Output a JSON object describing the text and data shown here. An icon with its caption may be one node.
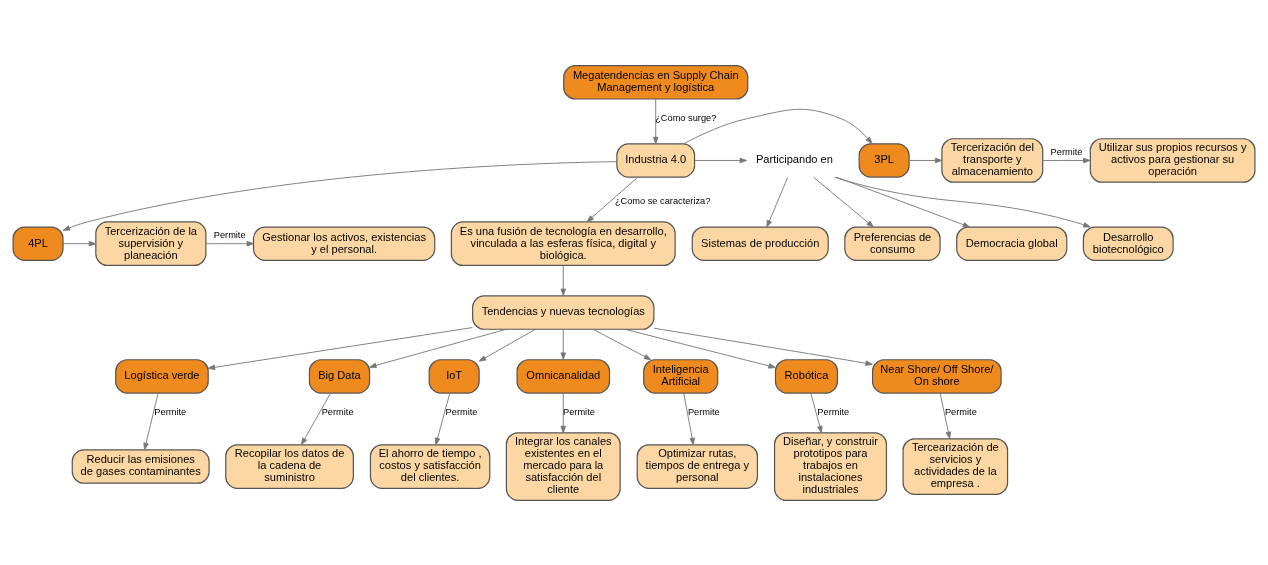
{
  "diagram": {
    "nodes": [
      {
        "text": [
          "Megatendencias en Supply Chain Management y logística"
        ]
      },
      {
        "text": [
          "Sistemas de producción"
        ]
      },
      {
        "text": [
          "Utilizar sus propios recursos y activos para gestionar su operación"
        ]
      },
      {
        "text": [
          "Tercerización del transporte y almacenamiento"
        ]
      },
      {
        "text": [
          "3PL"
        ]
      },
      {
        "text": [
          "Industria 4.0"
        ]
      },
      {
        "text": [
          "Participando en"
        ]
      },
      {
        "text": [
          "Preferencias de consumo"
        ]
      },
      {
        "text": [
          "Democracia global"
        ]
      },
      {
        "text": [
          "Gestionar los activos, existencias y el personal."
        ]
      },
      {
        "text": [
          "Tercerización de la supervisión y planeación"
        ]
      },
      {
        "text": [
          "4PL"
        ]
      },
      {
        "text": [
          "Es una fusión de tecnología en desarrollo, vinculada a las esferas física, digital y biológica."
        ]
      },
      {
        "text": [
          "Desarrollo biotecnológico"
        ]
      },
      {
        "text": [
          "Tendencias y nuevas tecnologías"
        ]
      },
      {
        "text": [
          "Logística verde"
        ]
      },
      {
        "text": [
          "Big Data"
        ]
      },
      {
        "text": [
          "IoT"
        ]
      },
      {
        "text": [
          "Omnicanalidad"
        ]
      },
      {
        "text": [
          "Inteligencia Artificial"
        ]
      },
      {
        "text": [
          "Robótica"
        ]
      },
      {
        "text": [
          "Near Shore/ Off Shore/ On shore"
        ]
      },
      {
        "text": [
          "Reducir las emisiones de gases contaminantes"
        ]
      },
      {
        "text": [
          "Recopilar los datos de la cadena de suministro"
        ]
      },
      {
        "text": [
          "El ahorro de tiempo , costos y satisfacción del clientes."
        ]
      },
      {
        "text": [
          "Integrar los canales existentes en el mercado para la satisfacción del cliente"
        ]
      },
      {
        "text": [
          "Optimizar rutas, tiempos de entrega y personal"
        ]
      },
      {
        "text": [
          "Diseñar, y construir prototipos para trabajos en instalaciones industriales"
        ]
      },
      {
        "text": [
          "Tercearización de servicios y actividades de la empresa ."
        ]
      }
    ],
    "edges": [
      {
        "from": 0,
        "to": 5,
        "arrow": "to",
        "label": "¿Como surge?"
      },
      {
        "from": 5,
        "to": 4,
        "arrow": "to"
      },
      {
        "from": 5,
        "to": 11,
        "arrow": "to"
      },
      {
        "from": 4,
        "to": 3,
        "arrow": "to"
      },
      {
        "from": 11,
        "to": 10,
        "arrow": "to"
      },
      {
        "from": 3,
        "to": 2,
        "arrow": "to",
        "label": "Permite"
      },
      {
        "from": 10,
        "to": 9,
        "arrow": "to",
        "label": "Permite"
      },
      {
        "from": 5,
        "to": 6,
        "arrow": "to"
      },
      {
        "from": 6,
        "to": 1,
        "arrow": "to"
      },
      {
        "from": 6,
        "to": 7,
        "arrow": "to"
      },
      {
        "from": 6,
        "to": 8,
        "arrow": "to"
      },
      {
        "from": 6,
        "to": 13,
        "arrow": "to"
      },
      {
        "from": 5,
        "to": 12,
        "arrow": "to",
        "label": "¿Como se caracteriza?"
      },
      {
        "from": 12,
        "to": 14,
        "arrow": "to"
      },
      {
        "from": 14,
        "to": 15,
        "arrow": "to"
      },
      {
        "from": 14,
        "to": 16,
        "arrow": "to"
      },
      {
        "from": 14,
        "to": 17,
        "arrow": "to"
      },
      {
        "from": 14,
        "to": 18,
        "arrow": "to"
      },
      {
        "from": 14,
        "to": 19,
        "arrow": "to"
      },
      {
        "from": 14,
        "to": 20,
        "arrow": "to"
      },
      {
        "from": 14,
        "to": 21,
        "arrow": "to"
      },
      {
        "from": 15,
        "to": 22,
        "arrow": "to",
        "label": "Permite"
      },
      {
        "from": 16,
        "to": 23,
        "arrow": "to",
        "label": "Permite"
      },
      {
        "from": 17,
        "to": 24,
        "arrow": "to",
        "label": "Permite"
      },
      {
        "from": 18,
        "to": 25,
        "arrow": "to",
        "label": "Permite"
      },
      {
        "from": 19,
        "to": 26,
        "arrow": "to",
        "label": "Permite"
      },
      {
        "from": 20,
        "to": 27,
        "arrow": "to",
        "label": "Permite"
      },
      {
        "from": 21,
        "to": 28,
        "arrow": "to",
        "label": "Permite"
      }
    ]
  }
}
